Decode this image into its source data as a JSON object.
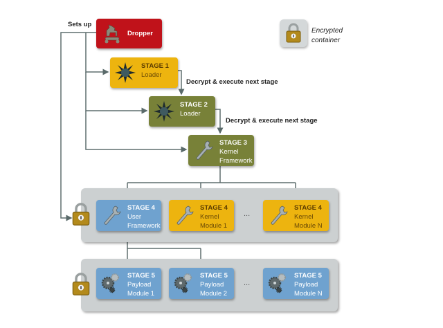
{
  "legend": {
    "icon": "padlock-icon",
    "label_line1": "Encrypted",
    "label_line2": "container"
  },
  "edge_labels": {
    "sets_up": "Sets up",
    "decrypt1": "Decrypt & execute next stage",
    "decrypt2": "Decrypt & execute next stage"
  },
  "nodes": {
    "dropper": {
      "title": "Dropper",
      "icon": "trojan-horse-icon",
      "color": "#c0121a"
    },
    "stage1": {
      "title": "STAGE 1",
      "line1": "Loader",
      "line2": "",
      "icon": "spiky-ball-icon",
      "color": "#edb40f"
    },
    "stage2": {
      "title": "STAGE 2",
      "line1": "Loader",
      "line2": "",
      "icon": "spiky-ball-icon",
      "color": "#788138"
    },
    "stage3": {
      "title": "STAGE 3",
      "line1": "Kernel",
      "line2": "Framework",
      "icon": "wrench-icon",
      "color": "#788138"
    },
    "stage4_user": {
      "title": "STAGE 4",
      "line1": "User",
      "line2": "Framework",
      "icon": "wrench-icon",
      "color": "#6fa2cf"
    },
    "stage4_k1": {
      "title": "STAGE 4",
      "line1": "Kernel",
      "line2": "Module 1",
      "icon": "wrench-icon",
      "color": "#edb40f"
    },
    "stage4_kn": {
      "title": "STAGE 4",
      "line1": "Kernel",
      "line2": "Module N",
      "icon": "wrench-icon",
      "color": "#edb40f"
    },
    "stage5_p1": {
      "title": "STAGE 5",
      "line1": "Payload",
      "line2": "Module 1",
      "icon": "gears-icon",
      "color": "#6fa2cf"
    },
    "stage5_p2": {
      "title": "STAGE 5",
      "line1": "Payload",
      "line2": "Module 2",
      "icon": "gears-icon",
      "color": "#6fa2cf"
    },
    "stage5_pn": {
      "title": "STAGE 5",
      "line1": "Payload",
      "line2": "Module N",
      "icon": "gears-icon",
      "color": "#6fa2cf"
    }
  },
  "ellipsis": "..."
}
